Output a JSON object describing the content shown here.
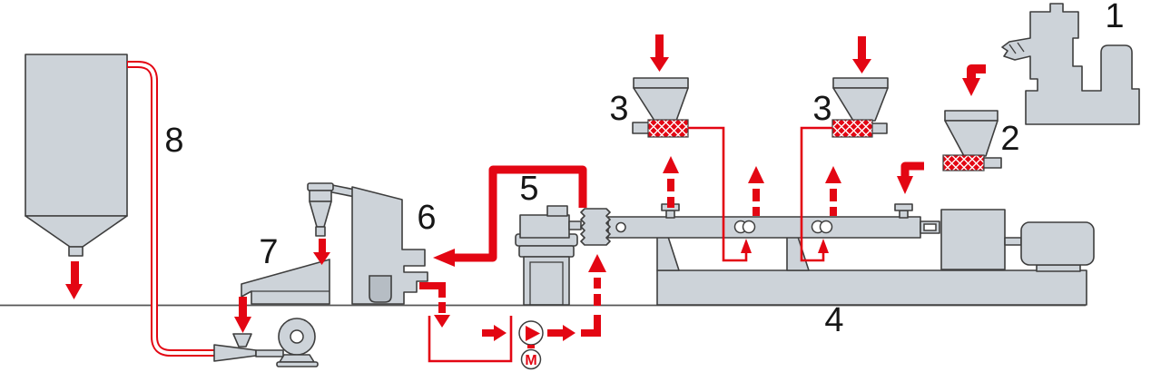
{
  "labels": {
    "n1": "1",
    "n2": "2",
    "n3a": "3",
    "n3b": "3",
    "n4": "4",
    "n5": "5",
    "n6": "6",
    "n7": "7",
    "n8": "8",
    "pump_motor": "M"
  },
  "colors": {
    "flow-red": "#e30613",
    "equipment-gray": "#cdd3d9",
    "equipment-dark": "#b6bdc4",
    "outline": "#3e3e3e",
    "ground": "#555555"
  }
}
